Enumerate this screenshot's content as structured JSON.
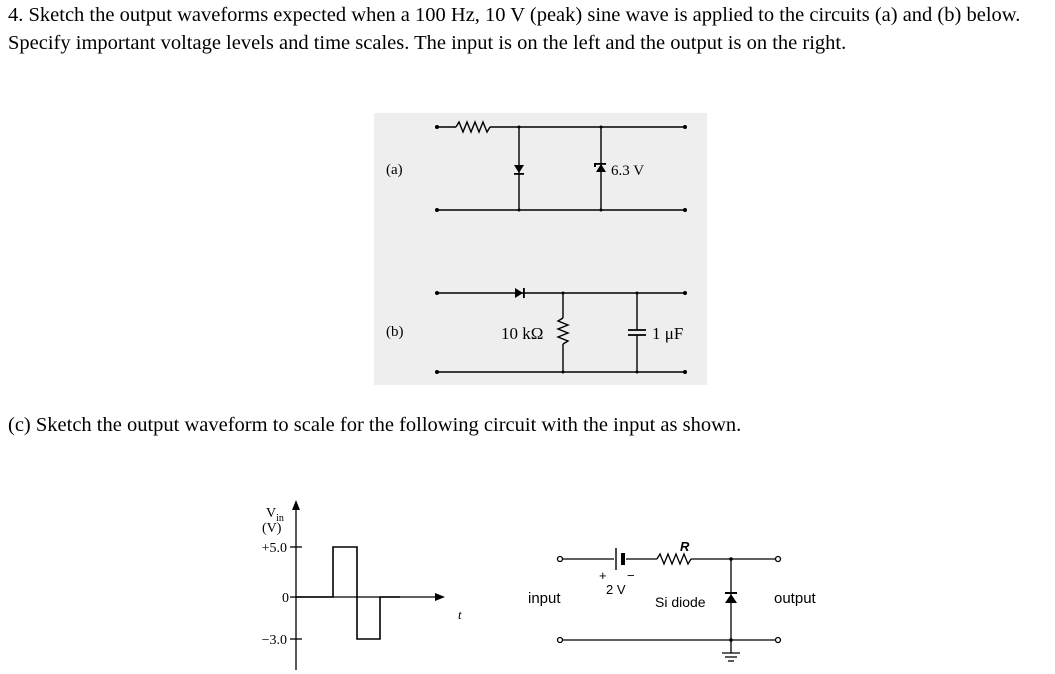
{
  "question4": {
    "text": "4. Sketch the output waveforms expected when a 100 Hz, 10 V (peak) sine wave is applied to the circuits (a) and (b) below. Specify important voltage levels and time scales. The input is on the left and the output is on the right."
  },
  "figure_ab": {
    "label_a": "(a)",
    "zener_label": "6.3 V",
    "label_b": "(b)",
    "resistor_label": "10 kΩ",
    "capacitor_label": "1 μF"
  },
  "question_c": {
    "text": "(c) Sketch the output waveform to scale for the following circuit with the input as shown."
  },
  "waveform": {
    "ylabel_v": "V",
    "ylabel_sub": "in",
    "ylabel_unit": "(V)",
    "tick_pos": "+5.0",
    "tick_zero": "0",
    "tick_neg": "−3.0",
    "xlabel": "t"
  },
  "circuit_c": {
    "input_label": "input",
    "battery_plus": "+",
    "battery_minus": "−",
    "battery_label": "2 V",
    "resistor_label": "R",
    "diode_label": "Si diode",
    "output_label": "output"
  }
}
